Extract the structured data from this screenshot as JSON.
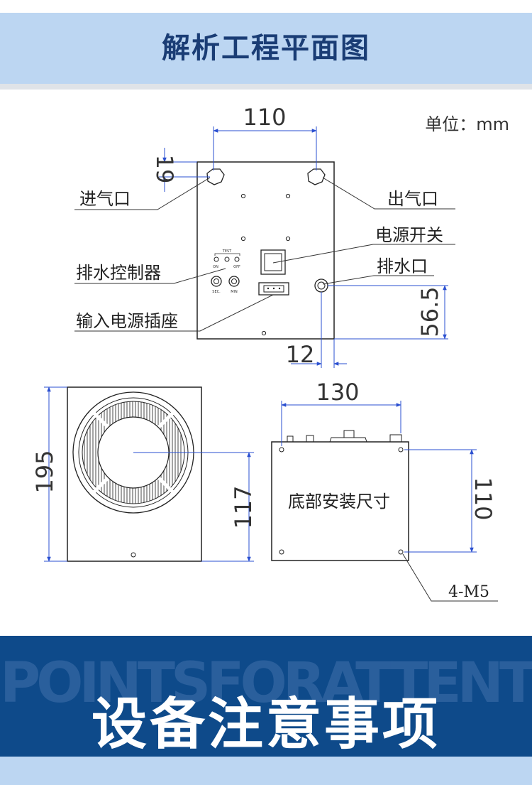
{
  "header": {
    "title": "解析工程平面图"
  },
  "unit": "单位：mm",
  "top_view": {
    "labels": {
      "inlet": "进气口",
      "outlet": "出气口",
      "power_switch": "电源开关",
      "drain_port": "排水口",
      "drain_controller": "排水控制器",
      "power_socket": "输入电源插座"
    },
    "panel_text": {
      "test": "TEST",
      "on": "ON",
      "off": "OFF",
      "sec": "SEC.",
      "min": "MIN"
    },
    "dimensions": {
      "width": "110",
      "top_offset": "19",
      "drain_height": "56.5",
      "drain_offset": "12"
    }
  },
  "front_view": {
    "dimensions": {
      "height": "195",
      "center_height": "117"
    }
  },
  "bottom_view": {
    "label": "底部安装尺寸",
    "screws": "4-M5",
    "dimensions": {
      "width": "130",
      "height": "110"
    }
  },
  "footer": {
    "watermark": "POINTSFORATTENTION",
    "title": "设备注意事项"
  },
  "colors": {
    "banner_light": "#bcd6f2",
    "banner_dark": "#0e4a8a",
    "title_dark": "#1a3d75",
    "dimension_line": "#2a4fd0"
  }
}
